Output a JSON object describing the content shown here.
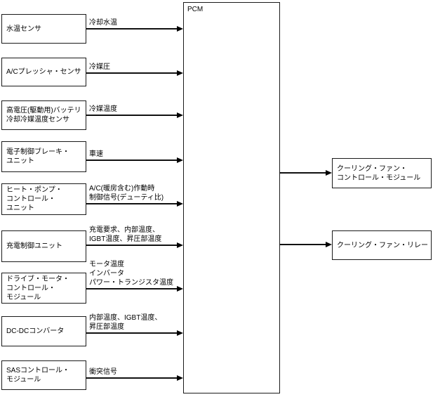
{
  "diagram": {
    "title_node": "PCM",
    "colors": {
      "line": "#111111",
      "box_border": "#1a1a1a",
      "background": "#ffffff",
      "text": "#000000"
    },
    "left_nodes": [
      {
        "label": "水温センサ",
        "signal": "冷却水温"
      },
      {
        "label": "A/Cプレッシャ・センサ",
        "signal": "冷媒圧"
      },
      {
        "label": "高電圧(駆動用)バッテリ\n冷却冷媒温度センサ",
        "signal": "冷媒温度"
      },
      {
        "label": "電子制御ブレーキ・\nユニット",
        "signal": "車速"
      },
      {
        "label": "ヒート・ポンプ・\nコントロール・\nユニット",
        "signal": "A/C(暖房含む)作動時\n制御信号(デューティ比)"
      },
      {
        "label": "充電制御ユニット",
        "signal": "充電要求、内部温度、\nIGBT温度、昇圧部温度"
      },
      {
        "label": "ドライブ・モータ・\nコントロール・\nモジュール",
        "signal": "モータ温度\nインバータ\nパワー・トランジスタ温度"
      },
      {
        "label": "DC-DCコンバータ",
        "signal": "内部温度、IGBT温度、\n昇圧部温度"
      },
      {
        "label": "SASコントロール・\nモジュール",
        "signal": "衝突信号"
      }
    ],
    "right_nodes": [
      {
        "label": "クーリング・ファン・\nコントロール・モジュール"
      },
      {
        "label": "クーリング・ファン・リレー"
      }
    ]
  }
}
